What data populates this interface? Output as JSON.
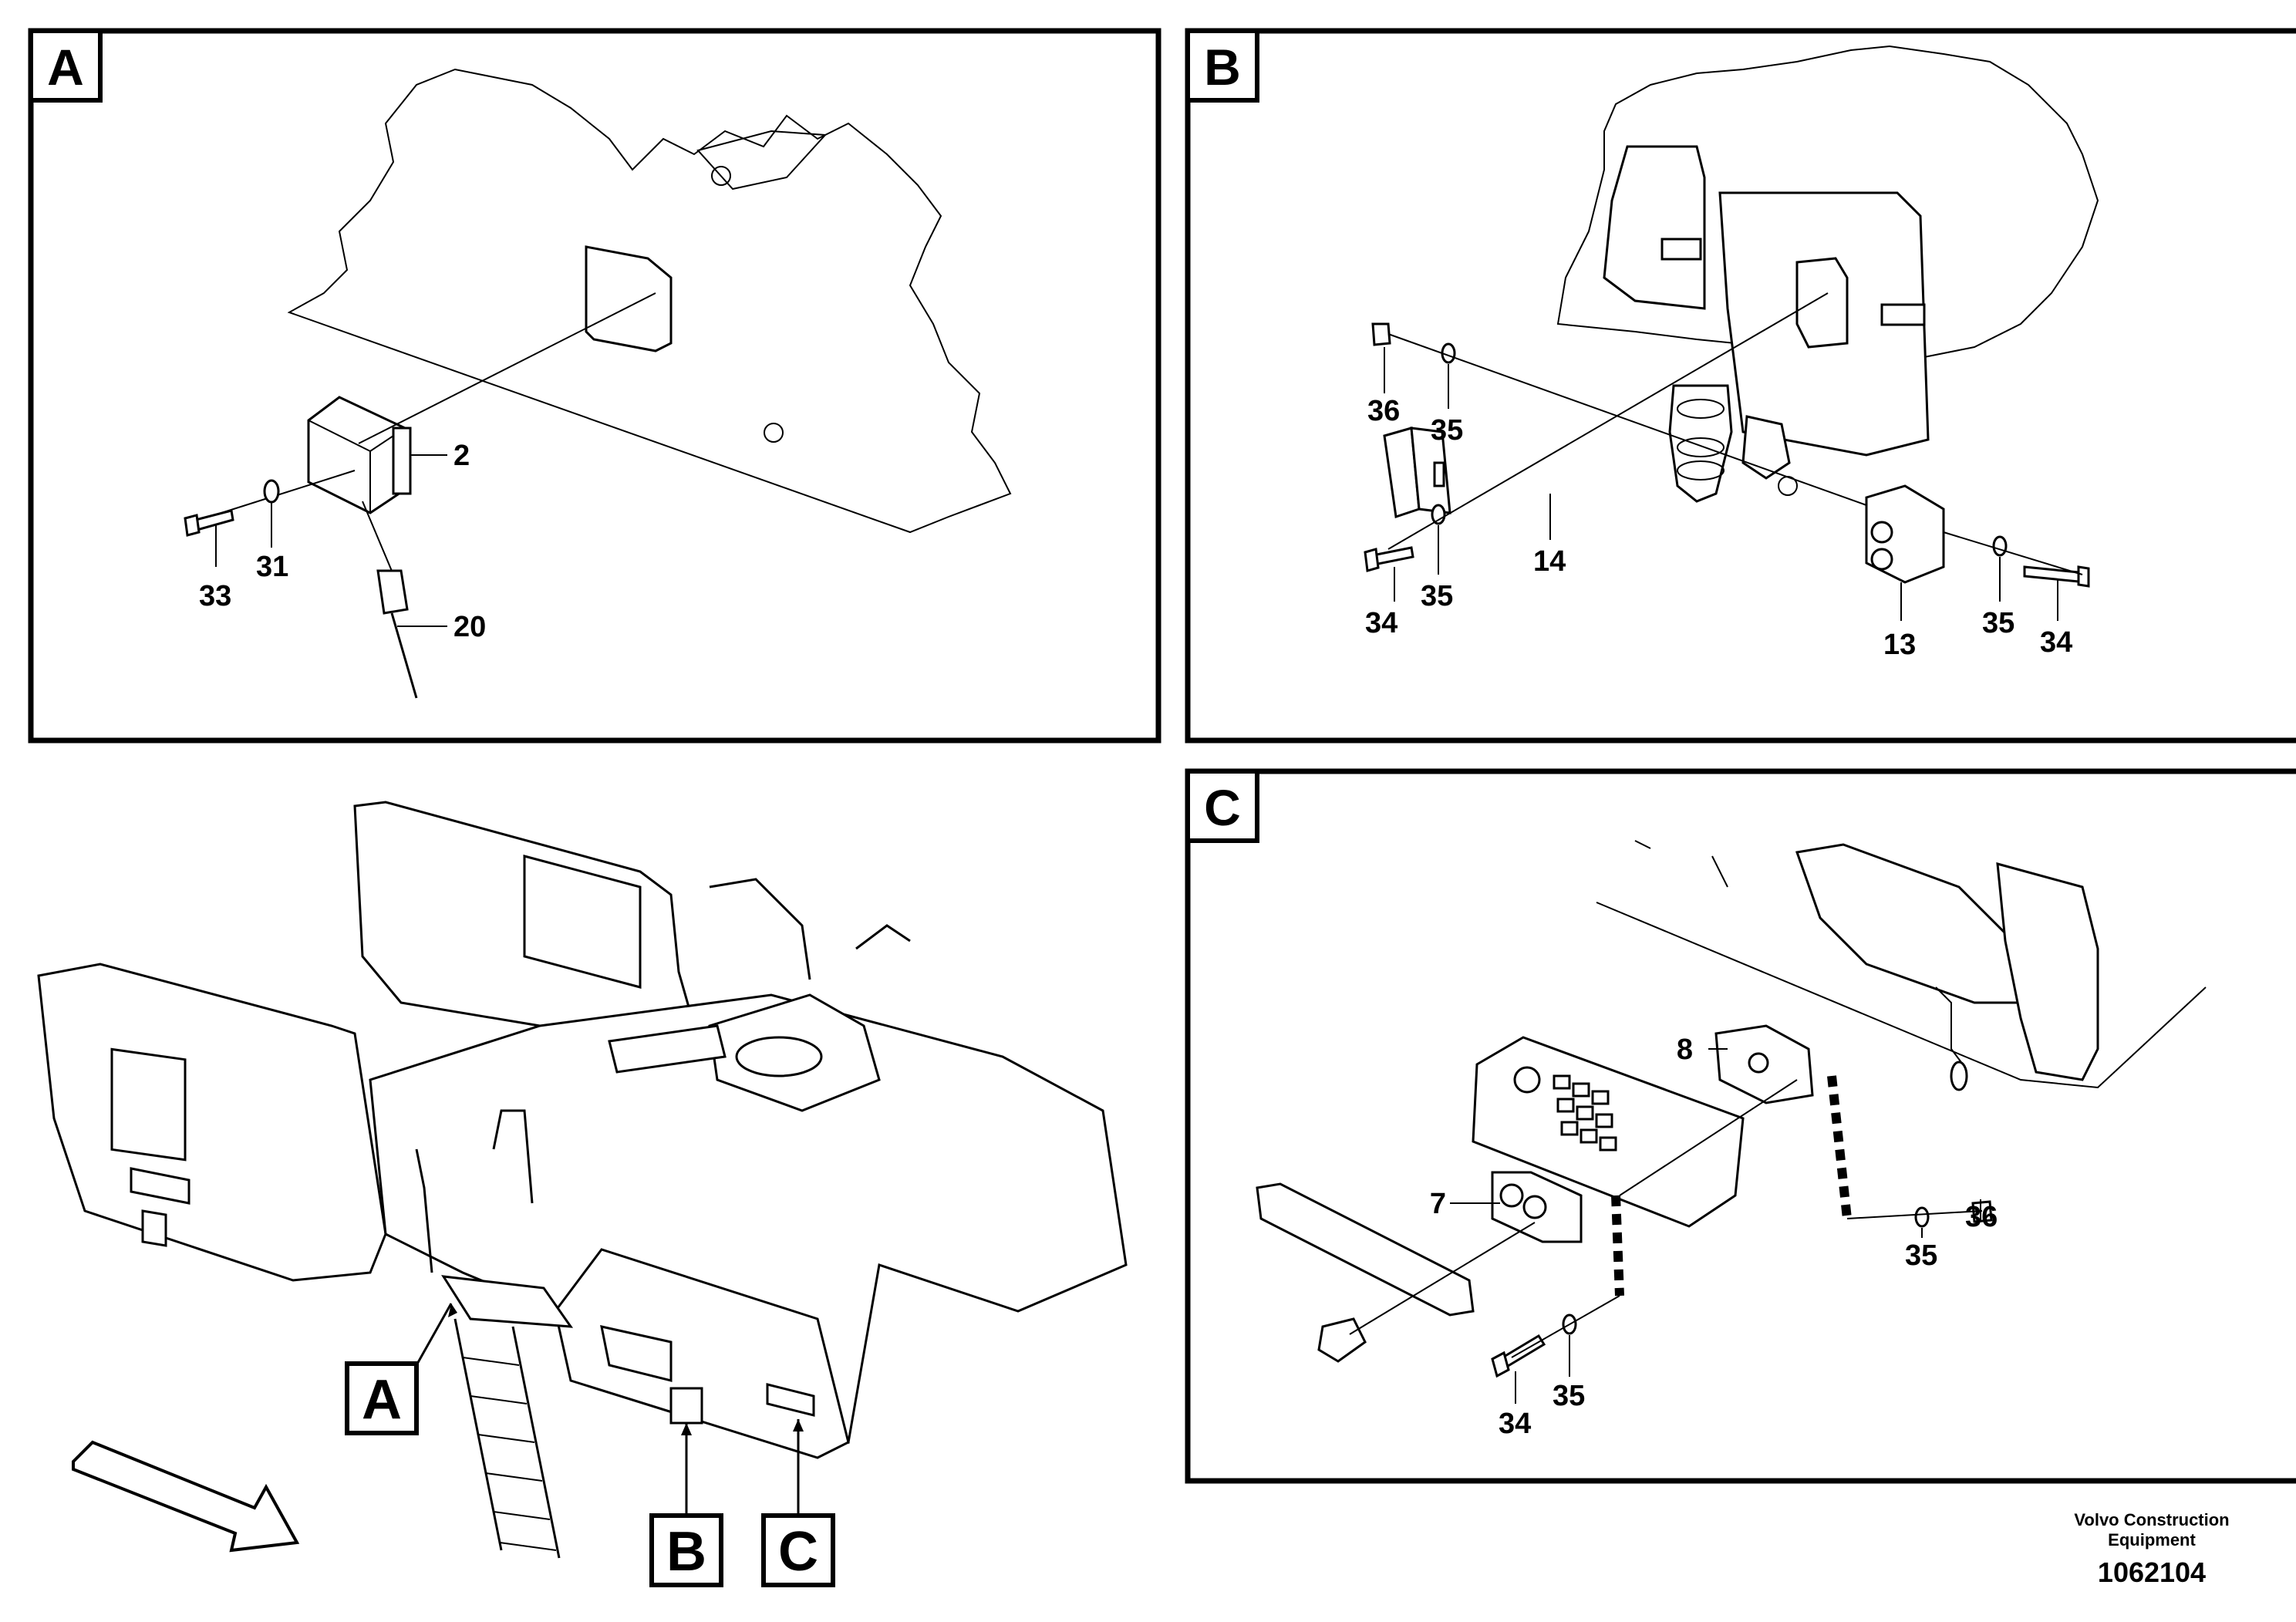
{
  "panels": {
    "a": {
      "tag": "A",
      "callouts": {
        "p2": "2",
        "p20": "20",
        "p31": "31",
        "p33": "33"
      }
    },
    "b": {
      "tag": "B",
      "callouts": {
        "p36": "36",
        "p35a": "35",
        "p34a": "34",
        "p35b": "35",
        "p14": "14",
        "p13": "13",
        "p35c": "35",
        "p34b": "34"
      }
    },
    "c": {
      "tag": "C",
      "callouts": {
        "p8": "8",
        "p7": "7",
        "p35a": "35",
        "p36": "36",
        "p34": "34",
        "p35b": "35"
      }
    }
  },
  "overview": {
    "tags": {
      "a": "A",
      "b": "B",
      "c": "C"
    }
  },
  "footer": {
    "organization": "Volvo Construction Equipment",
    "document_number": "1062104"
  }
}
